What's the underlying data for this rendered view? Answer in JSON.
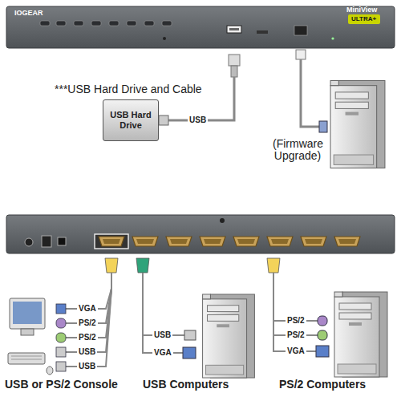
{
  "diagram": {
    "nodes": [
      {
        "text": [
          "USB Hard Drive"
        ]
      }
    ],
    "labels": [
      "IOGEAR",
      "MiniView",
      "ULTRA+",
      "***USB Hard Drive and Cable",
      "USB",
      "(Firmware Upgrade)",
      "VGA",
      "PS/2",
      "PS/2",
      "USB",
      "USB",
      "USB",
      "VGA",
      "PS/2",
      "PS/2",
      "VGA",
      "USB or PS/2 Console",
      "USB Computers",
      "PS/2 Computers"
    ]
  }
}
